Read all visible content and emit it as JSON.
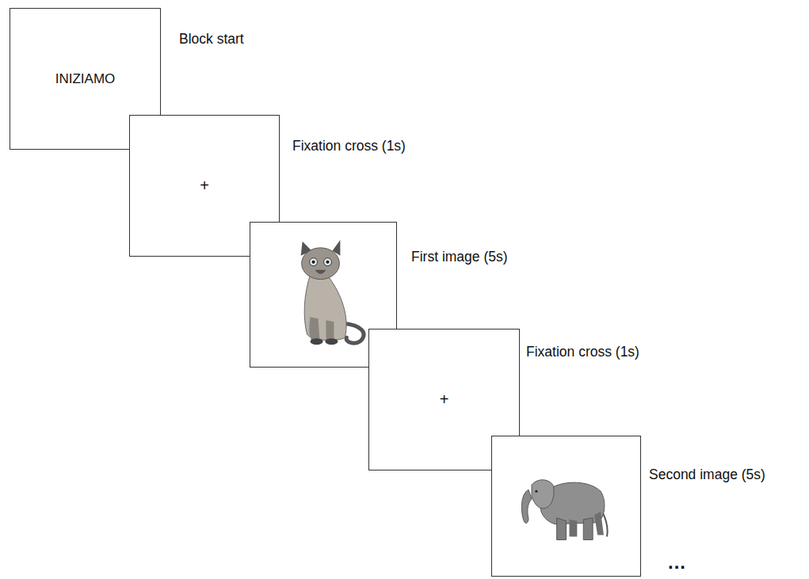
{
  "diagram": {
    "nodes": [
      {
        "text": [
          "INIZIAMO",
          "Block start"
        ]
      },
      {
        "text": [
          "+",
          "Fixation cross (1s)"
        ]
      },
      {
        "text": [
          "First image (5s)"
        ]
      },
      {
        "text": [
          "+",
          "Fixation cross (1s)"
        ]
      },
      {
        "text": [
          "Second image (5s)"
        ]
      }
    ],
    "labels": [
      "..."
    ]
  }
}
